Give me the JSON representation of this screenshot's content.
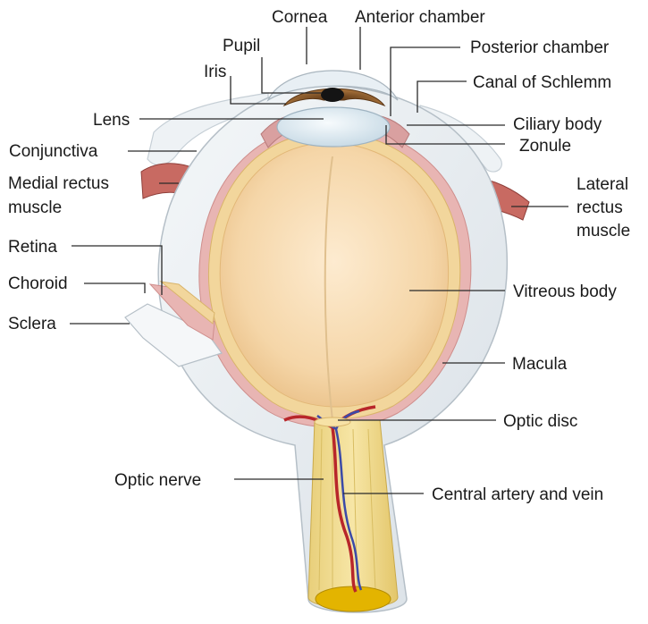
{
  "labels": {
    "cornea": "Cornea",
    "anterior_chamber": "Anterior chamber",
    "pupil": "Pupil",
    "posterior_chamber": "Posterior chamber",
    "iris": "Iris",
    "canal_of_schlemm": "Canal of Schlemm",
    "lens": "Lens",
    "ciliary_body": "Ciliary body",
    "conjunctiva": "Conjunctiva",
    "zonule": "Zonule",
    "medial_rectus_1": "Medial rectus",
    "medial_rectus_2": "muscle",
    "lateral_rectus_1": "Lateral",
    "lateral_rectus_2": "rectus",
    "lateral_rectus_3": "muscle",
    "retina": "Retina",
    "choroid": "Choroid",
    "vitreous_body": "Vitreous body",
    "sclera": "Sclera",
    "macula": "Macula",
    "optic_disc": "Optic disc",
    "optic_nerve": "Optic nerve",
    "central_artery_vein": "Central artery and vein"
  },
  "colors": {
    "sclera": "#e9eef2",
    "sclera_edge": "#b9c3cb",
    "choroid": "#e8b8b8",
    "retina": "#f4d9a0",
    "vitreous": "#f2cf9c",
    "vitreous_center": "#fbe7c6",
    "lens": "#dbe8f0",
    "iris": "#8a5a2b",
    "muscle": "#c76a63",
    "nerve": "#f0d98a",
    "artery": "#b8262a",
    "vein": "#3b4aa8",
    "disc": "#e3b400"
  }
}
